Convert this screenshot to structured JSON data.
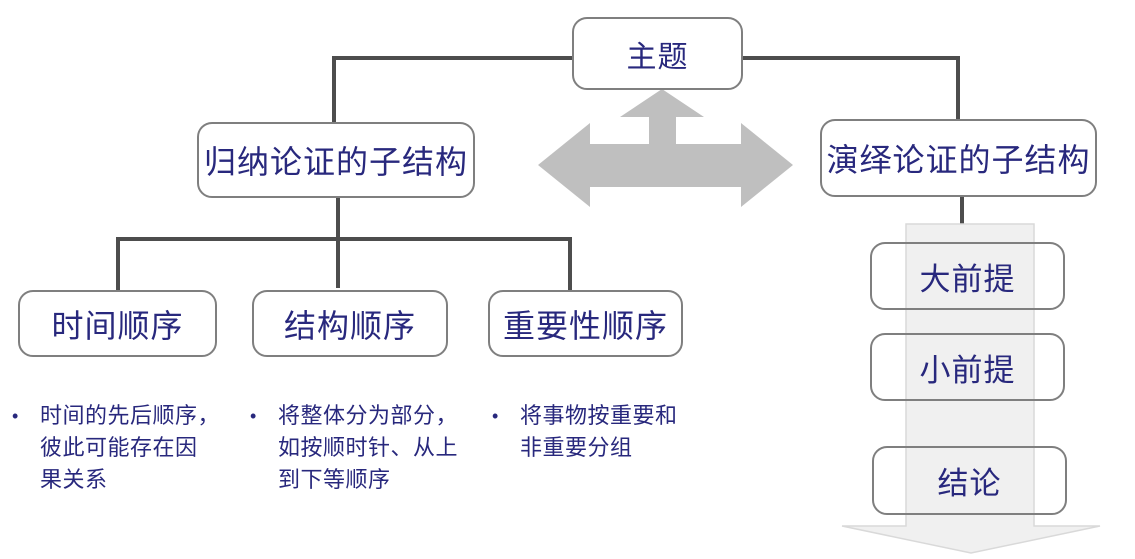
{
  "diagram": {
    "root_label": "主题",
    "inductive": {
      "label": "归纳论证的子结构",
      "bullet": "•",
      "children": [
        {
          "label": "时间顺序",
          "note": "时间的先后顺序，\n彼此可能存在因\n果关系"
        },
        {
          "label": "结构顺序",
          "note": "将整体分为部分，\n如按顺时针、从上\n到下等顺序"
        },
        {
          "label": "重要性顺序",
          "note": "将事物按重要和\n非重要分组"
        }
      ]
    },
    "deductive": {
      "label": "演绎论证的子结构",
      "steps": [
        {
          "label": "大前提"
        },
        {
          "label": "小前提"
        },
        {
          "label": "结论"
        }
      ]
    },
    "colors": {
      "text": "#28287D",
      "box_border": "#7F7F7F",
      "connector": "#4D4D4D",
      "arrow_gray": "#BFBFBF",
      "flow_band_fill": "#F0F0F0",
      "flow_band_border": "#D9D9D9"
    }
  }
}
